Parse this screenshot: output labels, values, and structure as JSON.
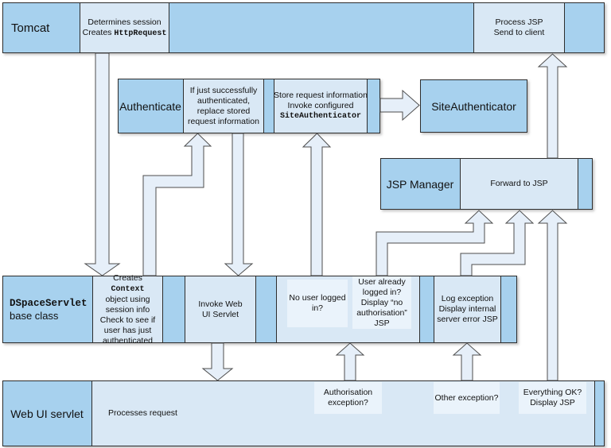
{
  "colors": {
    "dark": "#a7d1ee",
    "light": "#d9e8f5",
    "lighter": "#eaf3fb",
    "arrow": "#e6eff9"
  },
  "rows": {
    "tomcat": {
      "label": "Tomcat",
      "determines": {
        "line1": "Determines session",
        "line2_prefix": "Creates ",
        "line2_code": "HttpRequest"
      },
      "process": {
        "line1": "Process JSP",
        "line2": "Send to client"
      }
    },
    "authenticate": {
      "label": "Authenticate",
      "if_just": "If just successfully authenticated, replace stored request information",
      "store": {
        "line1": "Store request information",
        "line2": "Invoke configured",
        "line3_code": "SiteAuthenticator"
      }
    },
    "site_authenticator": {
      "label": "SiteAuthenticator"
    },
    "jsp_manager": {
      "label": "JSP Manager",
      "forward": "Forward to JSP"
    },
    "dspace_servlet": {
      "label_code": "DSpaceServlet",
      "label_text": "base class",
      "creates_context": {
        "line1_prefix": "Creates ",
        "line1_code": "Context",
        "rest": "object using session info Check to see if user has just authenticated"
      },
      "invoke": "Invoke Web UI Servlet",
      "no_user": "No user logged in?",
      "user_already": "User already logged in? Display “no authorisation” JSP",
      "log_exception": "Log exception Display internal server error JSP"
    },
    "web_ui": {
      "label": "Web UI servlet",
      "processes": "Processes request",
      "auth_exception": "Authorisation exception?",
      "other_exception": "Other exception?",
      "everything_ok": "Everything OK? Display JSP"
    }
  }
}
